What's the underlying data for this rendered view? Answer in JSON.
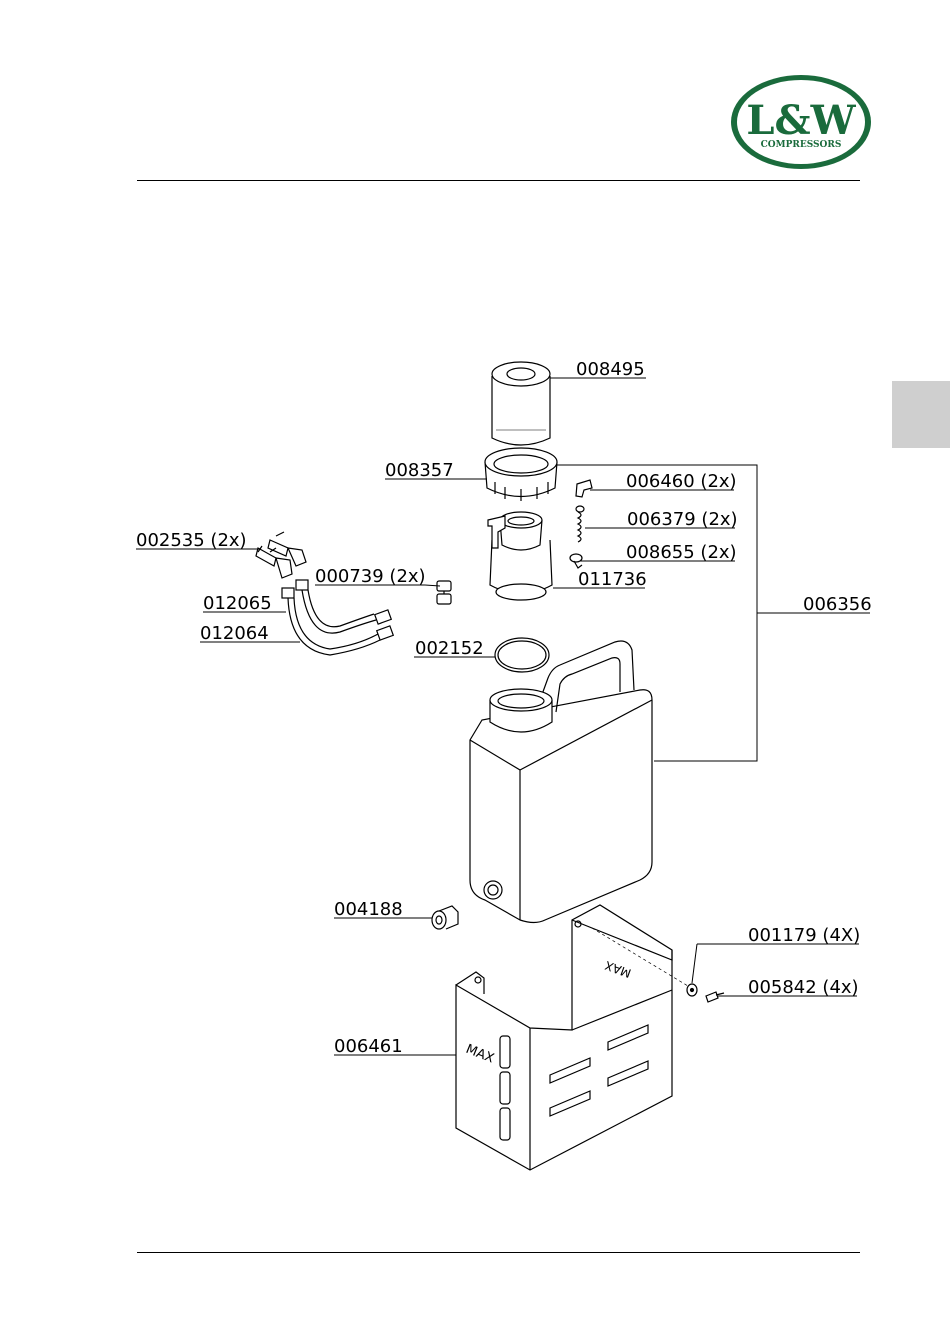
{
  "brand": {
    "logo_main": "L&W",
    "logo_sub": "COMPRESSORS",
    "green": "#1a6b3c"
  },
  "tank_text": {
    "max_front": "MAX",
    "max_back": "MAX"
  },
  "parts": {
    "p008495": "008495",
    "p008357": "008357",
    "p006460": "006460 (2x)",
    "p006379": "006379 (2x)",
    "p008655": "008655 (2x)",
    "p002535": "002535 (2x)",
    "p000739": "000739 (2x)",
    "p011736": "011736",
    "p012065": "012065",
    "p012064": "012064",
    "p006356": "006356",
    "p002152": "002152",
    "p004188": "004188",
    "p001179": "001179 (4X)",
    "p005842": "005842 (4x)",
    "p006461": "006461"
  }
}
